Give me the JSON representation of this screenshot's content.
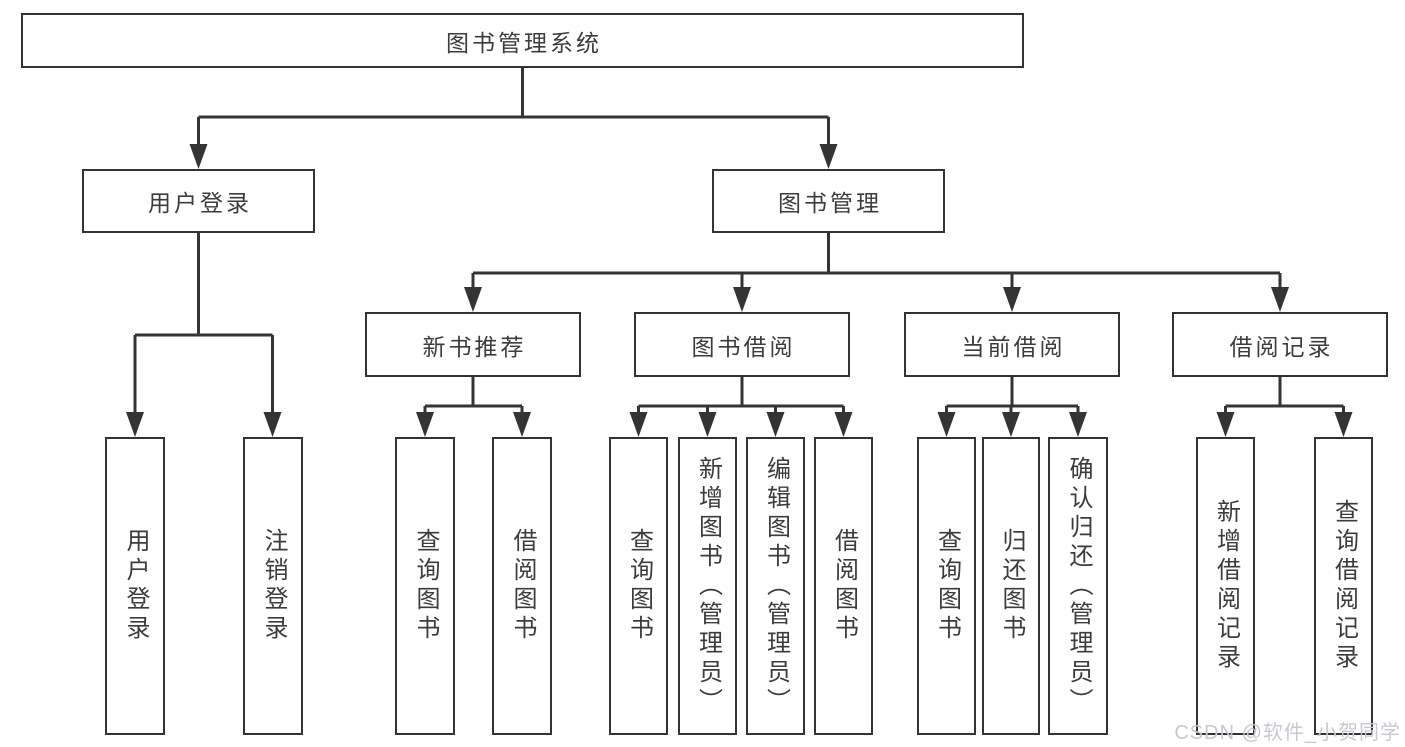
{
  "diagram": {
    "root": "图书管理系统",
    "level2": [
      "用户登录",
      "图书管理"
    ],
    "level3": [
      "新书推荐",
      "图书借阅",
      "当前借阅",
      "借阅记录"
    ],
    "leaves": {
      "login": [
        "用户登录",
        "注销登录"
      ],
      "recommend": [
        "查询图书",
        "借阅图书"
      ],
      "borrow": [
        "查询图书",
        "新增图书（管理员）",
        "编辑图书（管理员）",
        "借阅图书"
      ],
      "current": [
        "查询图书",
        "归还图书",
        "确认归还（管理员）"
      ],
      "records": [
        "新增借阅记录",
        "查询借阅记录"
      ]
    }
  },
  "watermark": "CSDN @软件_小贺同学",
  "colors": {
    "line": "#343434",
    "box_border": "#333333",
    "box_fill": "#ffffff",
    "text": "#3c3c3c",
    "watermark": "#c8c9cf"
  }
}
